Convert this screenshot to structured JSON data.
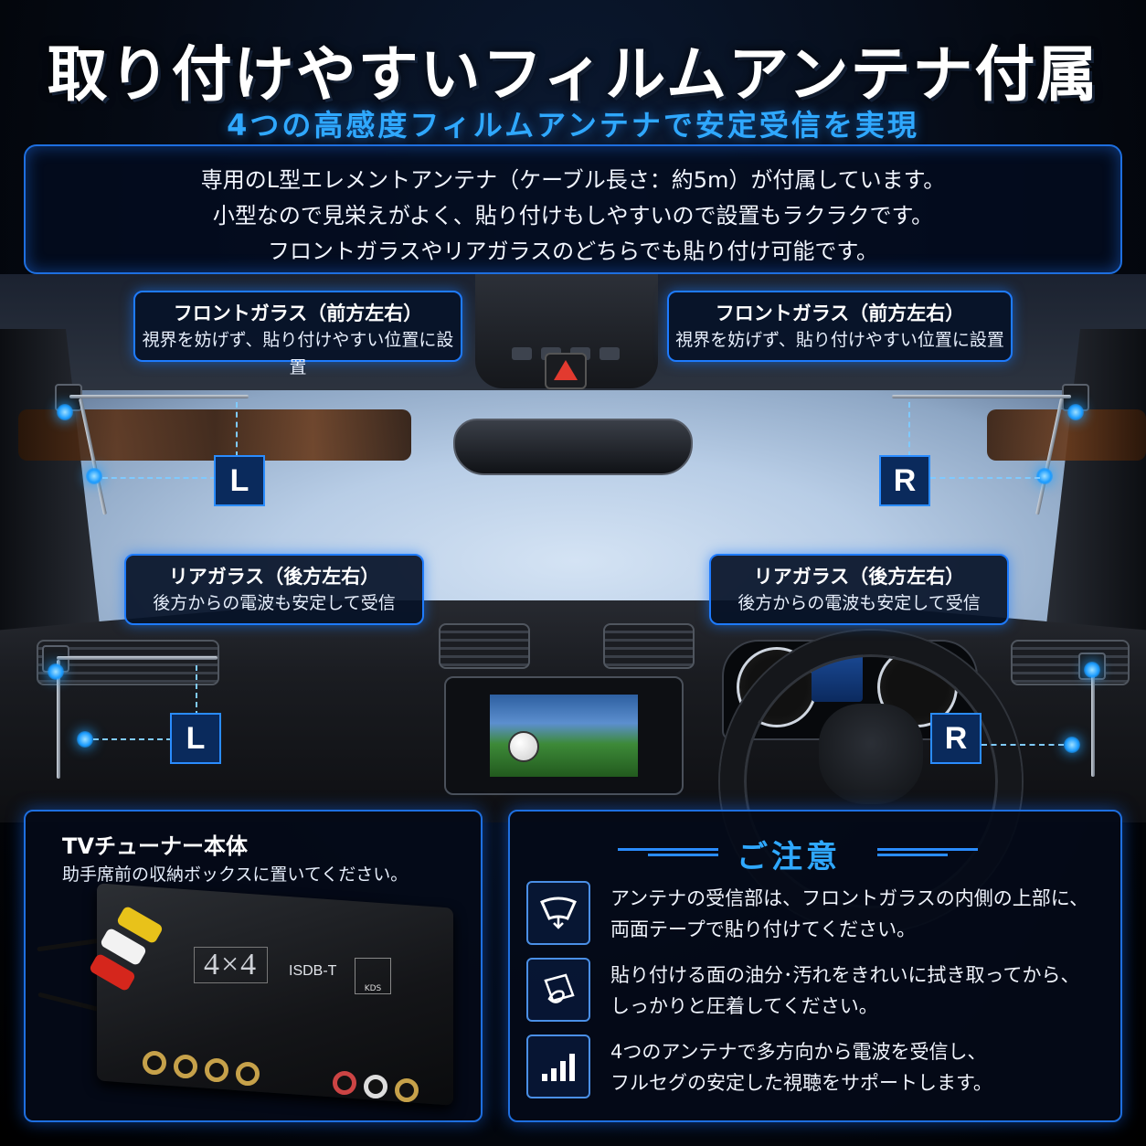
{
  "header": {
    "title": "取り付けやすいフィルムアンテナ付属",
    "subtitle": "4つの高感度フィルムアンテナで安定受信を実現"
  },
  "intro": {
    "lines": [
      "専用のL型エレメントアンテナ（ケーブル長さ：約5m）が付属しています。",
      "小型なので見栄えがよく、貼り付けもしやすいので設置もラクラクです。",
      "フロントガラスやリアガラスのどちらでも貼り付け可能です。"
    ]
  },
  "callouts": {
    "front_left": {
      "title": "フロントガラス（前方左右）",
      "body": "視界を妨げず、貼り付けやすい位置に設置"
    },
    "front_right": {
      "title": "フロントガラス（前方左右）",
      "body": "視界を妨げず、貼り付けやすい位置に設置"
    },
    "rear_left": {
      "title": "リアガラス（後方左右）",
      "body": "後方からの電波も安定して受信"
    },
    "rear_right": {
      "title": "リアガラス（後方左右）",
      "body": "後方からの電波も安定して受信"
    }
  },
  "tags": {
    "front_left": "L",
    "front_right": "R",
    "rear_left": "L",
    "rear_right": "R"
  },
  "tuner": {
    "title": "TVチューナー本体",
    "description": "助手席前の収納ボックスに置いてください。",
    "device_logo": "4×4",
    "device_standard": "ISDB-T",
    "device_mark": "KDS"
  },
  "notice": {
    "title": "ご注意",
    "items": [
      {
        "icon": "windshield-icon",
        "lines": [
          "アンテナの受信部は、フロントガラスの内側の上部に、",
          "両面テープで貼り付けてください。"
        ]
      },
      {
        "icon": "wipe-hand-icon",
        "lines": [
          "貼り付ける面の油分･汚れをきれいに拭き取ってから、",
          "しっかりと圧着してください。"
        ]
      },
      {
        "icon": "signal-bars-icon",
        "lines": [
          "4つのアンテナで多方向から電波を受信し、",
          "フルセグの安定した視聴をサポートします。"
        ]
      }
    ]
  },
  "colors": {
    "accent": "#2fa8ff",
    "border": "#1e6fe0",
    "panel": "#040a18"
  }
}
